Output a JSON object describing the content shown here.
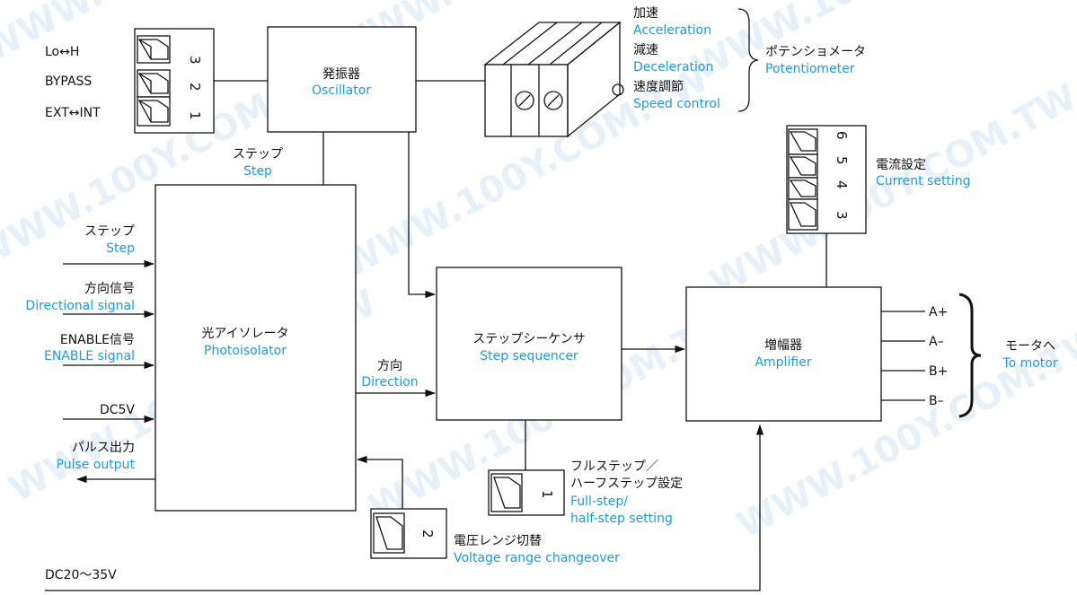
{
  "watermark": "WWW.100Y.COM.TW",
  "switch_main": {
    "labels": [
      "Lo↔H",
      "BYPASS",
      "EXT↔INT"
    ],
    "numbers": [
      "3",
      "2",
      "1"
    ]
  },
  "oscillator": {
    "jp": "発振器",
    "en": "Oscillator"
  },
  "potentiometer": {
    "items": [
      {
        "jp": "加速",
        "en": "Acceleration"
      },
      {
        "jp": "減速",
        "en": "Deceleration"
      },
      {
        "jp": "速度調節",
        "en": "Speed control"
      }
    ],
    "group_jp": "ポテンショメータ",
    "group_en": "Potentiometer"
  },
  "step_label": {
    "jp": "ステップ",
    "en": "Step"
  },
  "current": {
    "jp": "電流設定",
    "en": "Current setting",
    "numbers": [
      "6",
      "5",
      "4",
      "3"
    ]
  },
  "inputs": [
    {
      "jp": "ステップ",
      "en": "Step"
    },
    {
      "jp": "方向信号",
      "en": "Directional signal"
    },
    {
      "jp": "ENABLE信号",
      "en": "ENABLE signal"
    },
    {
      "jp": "DC5V",
      "en": ""
    }
  ],
  "pulse_output": {
    "jp": "パルス出力",
    "en": "Pulse output"
  },
  "photoisolator": {
    "jp": "光アイソレータ",
    "en": "Photoisolator"
  },
  "direction": {
    "jp": "方向",
    "en": "Direction"
  },
  "sequencer": {
    "jp": "ステップシーケンサ",
    "en": "Step sequencer"
  },
  "amplifier": {
    "jp": "増幅器",
    "en": "Amplifier"
  },
  "outputs": [
    "A+",
    "A–",
    "B+",
    "B–"
  ],
  "to_motor": {
    "jp": "モータへ",
    "en": "To motor"
  },
  "fullstep": {
    "jp1": "フルステップ／",
    "jp2": "ハーフステップ設定",
    "en1": "Full-step/",
    "en2": "half-step setting",
    "number": "1"
  },
  "voltage": {
    "jp": "電圧レンジ切替",
    "en": "Voltage range changeover",
    "number": "2"
  },
  "dc_supply": "DC20～35V"
}
